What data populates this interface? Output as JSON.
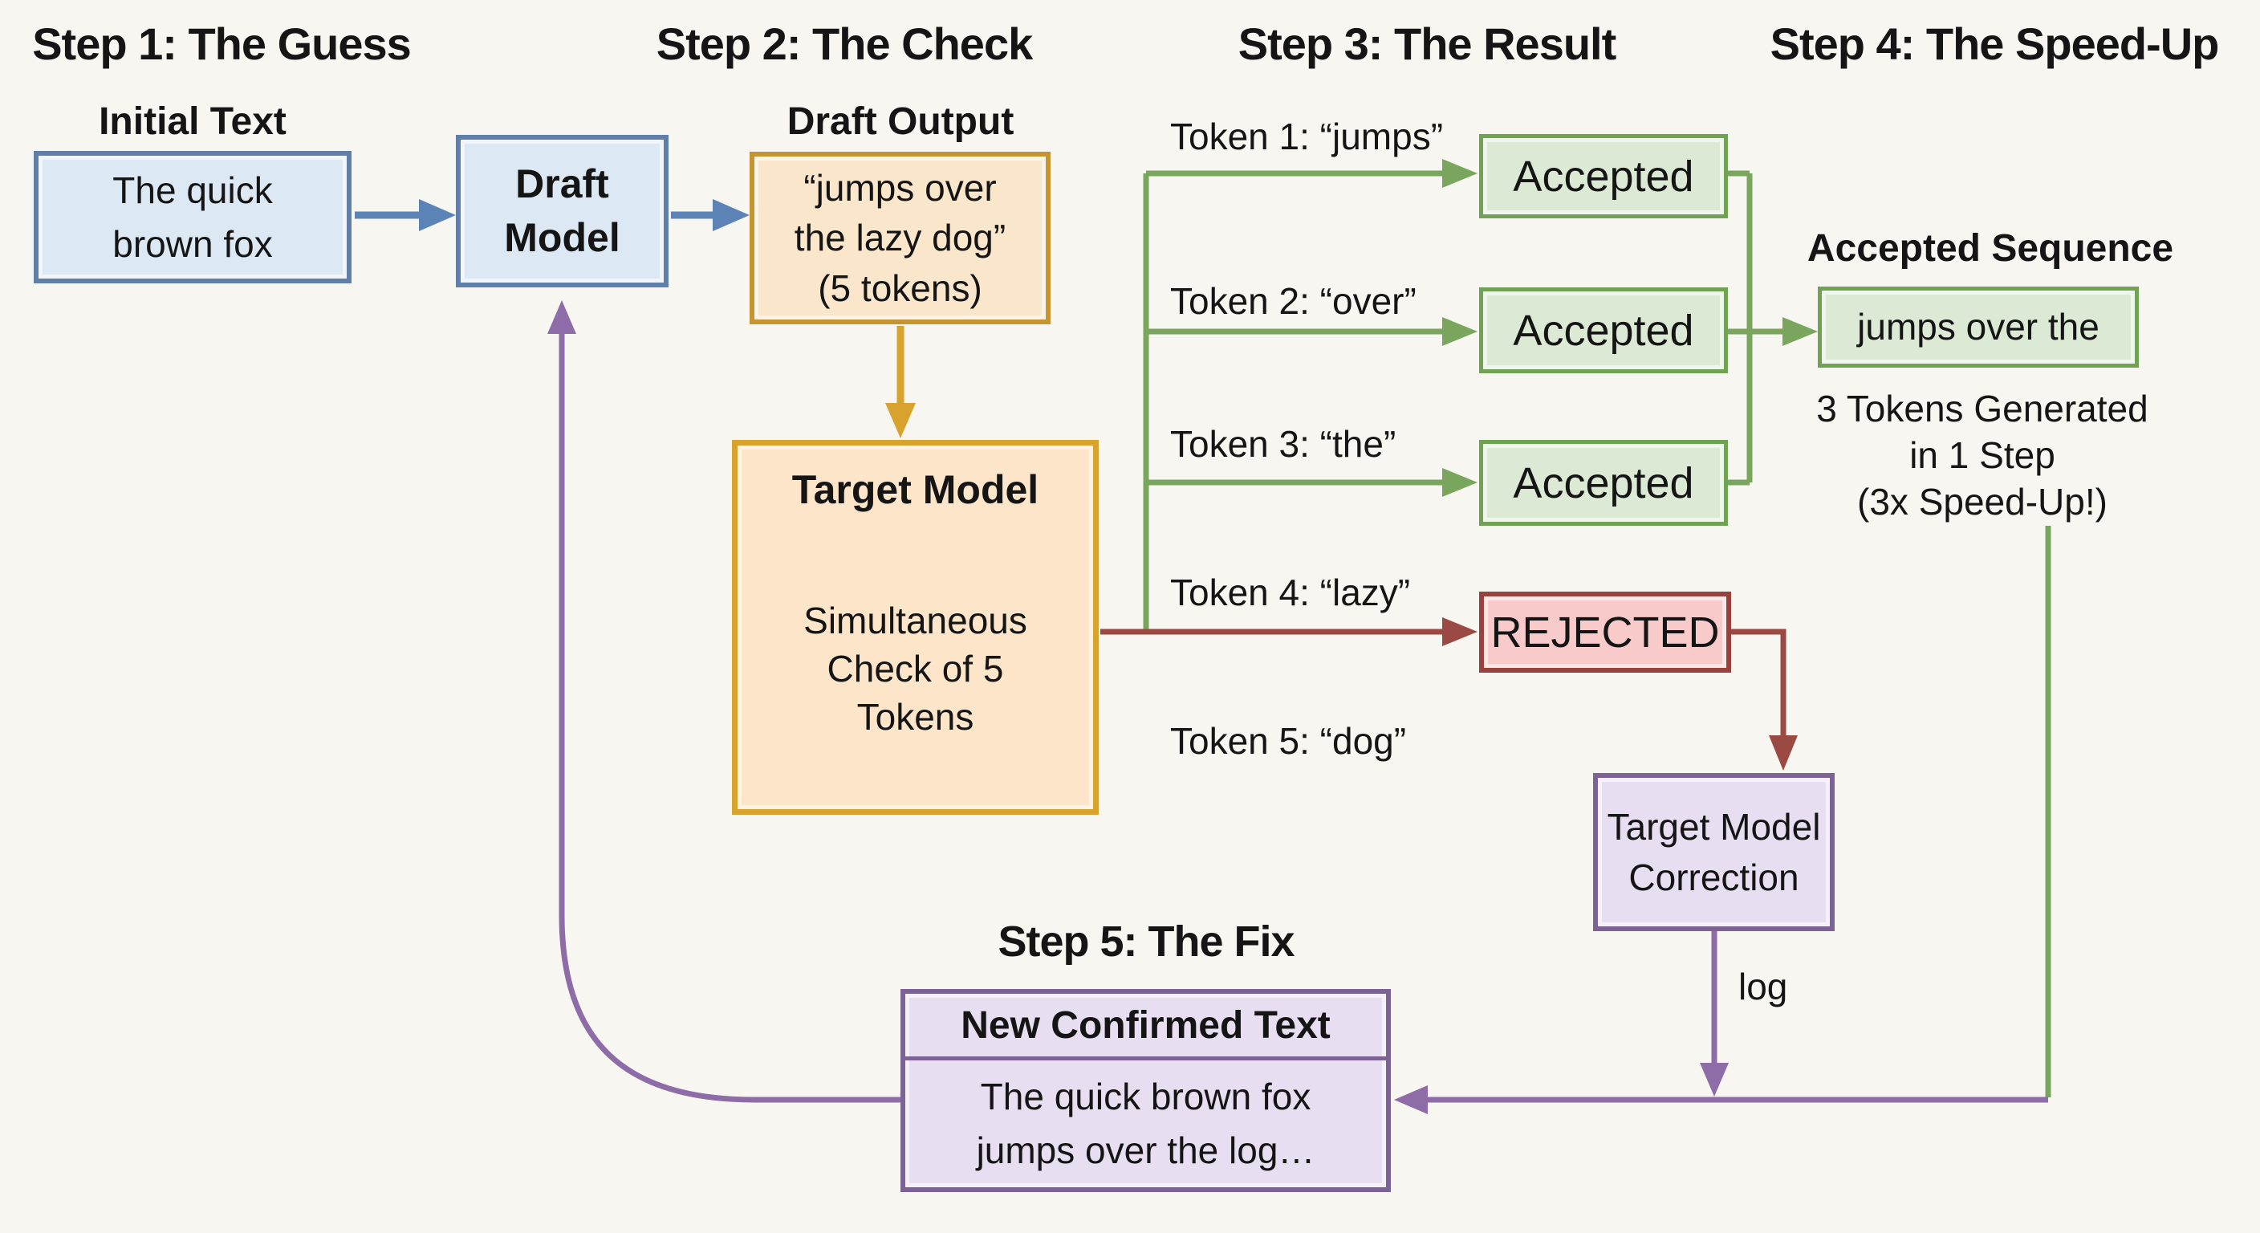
{
  "headers": {
    "step1": "Step 1: The Guess",
    "step2": "Step 2: The Check",
    "step3": "Step 3: The Result",
    "step4": "Step 4: The Speed-Up",
    "step5": "Step 5: The Fix"
  },
  "step1": {
    "initial_text_label": "Initial Text",
    "initial_text_lines": [
      "The quick",
      "brown fox"
    ],
    "draft_model_lines": [
      "Draft",
      "Model"
    ]
  },
  "step2": {
    "draft_output_label": "Draft Output",
    "draft_output_lines": [
      "“jumps over",
      "the lazy dog”",
      "(5 tokens)"
    ],
    "target_model_title": "Target Model",
    "target_model_lines": [
      "Simultaneous",
      "Check of 5",
      "Tokens"
    ]
  },
  "step3": {
    "tokens": [
      {
        "label": "Token 1: “jumps”",
        "result": "Accepted"
      },
      {
        "label": "Token 2: “over”",
        "result": "Accepted"
      },
      {
        "label": "Token 3: “the”",
        "result": "Accepted"
      },
      {
        "label": "Token 4: “lazy”",
        "result": "REJECTED"
      },
      {
        "label": "Token 5: “dog”"
      }
    ]
  },
  "step4": {
    "accepted_sequence_label": "Accepted Sequence",
    "accepted_sequence_text": "jumps over the",
    "note_lines": [
      "3 Tokens Generated",
      "in 1 Step",
      "(3x Speed-Up!)"
    ]
  },
  "correction": {
    "box_lines": [
      "Target Model",
      "Correction"
    ],
    "edge_label": "log"
  },
  "step5": {
    "box_title": "New Confirmed Text",
    "box_body_lines": [
      "The quick brown fox",
      "jumps over the log…"
    ]
  },
  "colors": {
    "background": "#f8f6f0",
    "blue_fill": "#dde8f5",
    "blue_border": "#5f7fa8",
    "blue_arrow": "#5b83b5",
    "orange_fill": "#fae7cb",
    "orange_fill_2": "#fce5c8",
    "orange_border": "#c6952f",
    "orange_arrow": "#d8a32c",
    "green_fill": "#dcead5",
    "green_border": "#70a254",
    "green_line": "#79a65c",
    "red_fill": "#f8caca",
    "red_border": "#97423c",
    "red_line": "#9a4a42",
    "purple_fill": "#e8def1",
    "purple_border": "#7d6296",
    "purple_line": "#8d6ca7",
    "text": "#151515"
  }
}
